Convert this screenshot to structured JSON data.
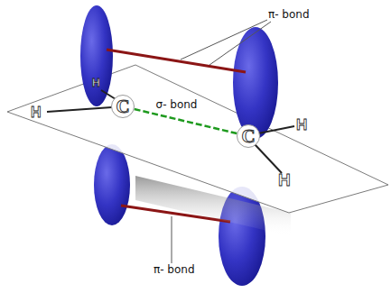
{
  "diagram": {
    "nodes": [
      {
        "text": [
          "C"
        ]
      },
      {
        "text": [
          "C"
        ]
      }
    ],
    "edges": [
      {
        "from": 0,
        "to": 1,
        "arrow": "none",
        "label": "σ- bond"
      }
    ],
    "labels": [
      "π- bond",
      "π- bond",
      "H",
      "H",
      "H",
      "H"
    ]
  }
}
